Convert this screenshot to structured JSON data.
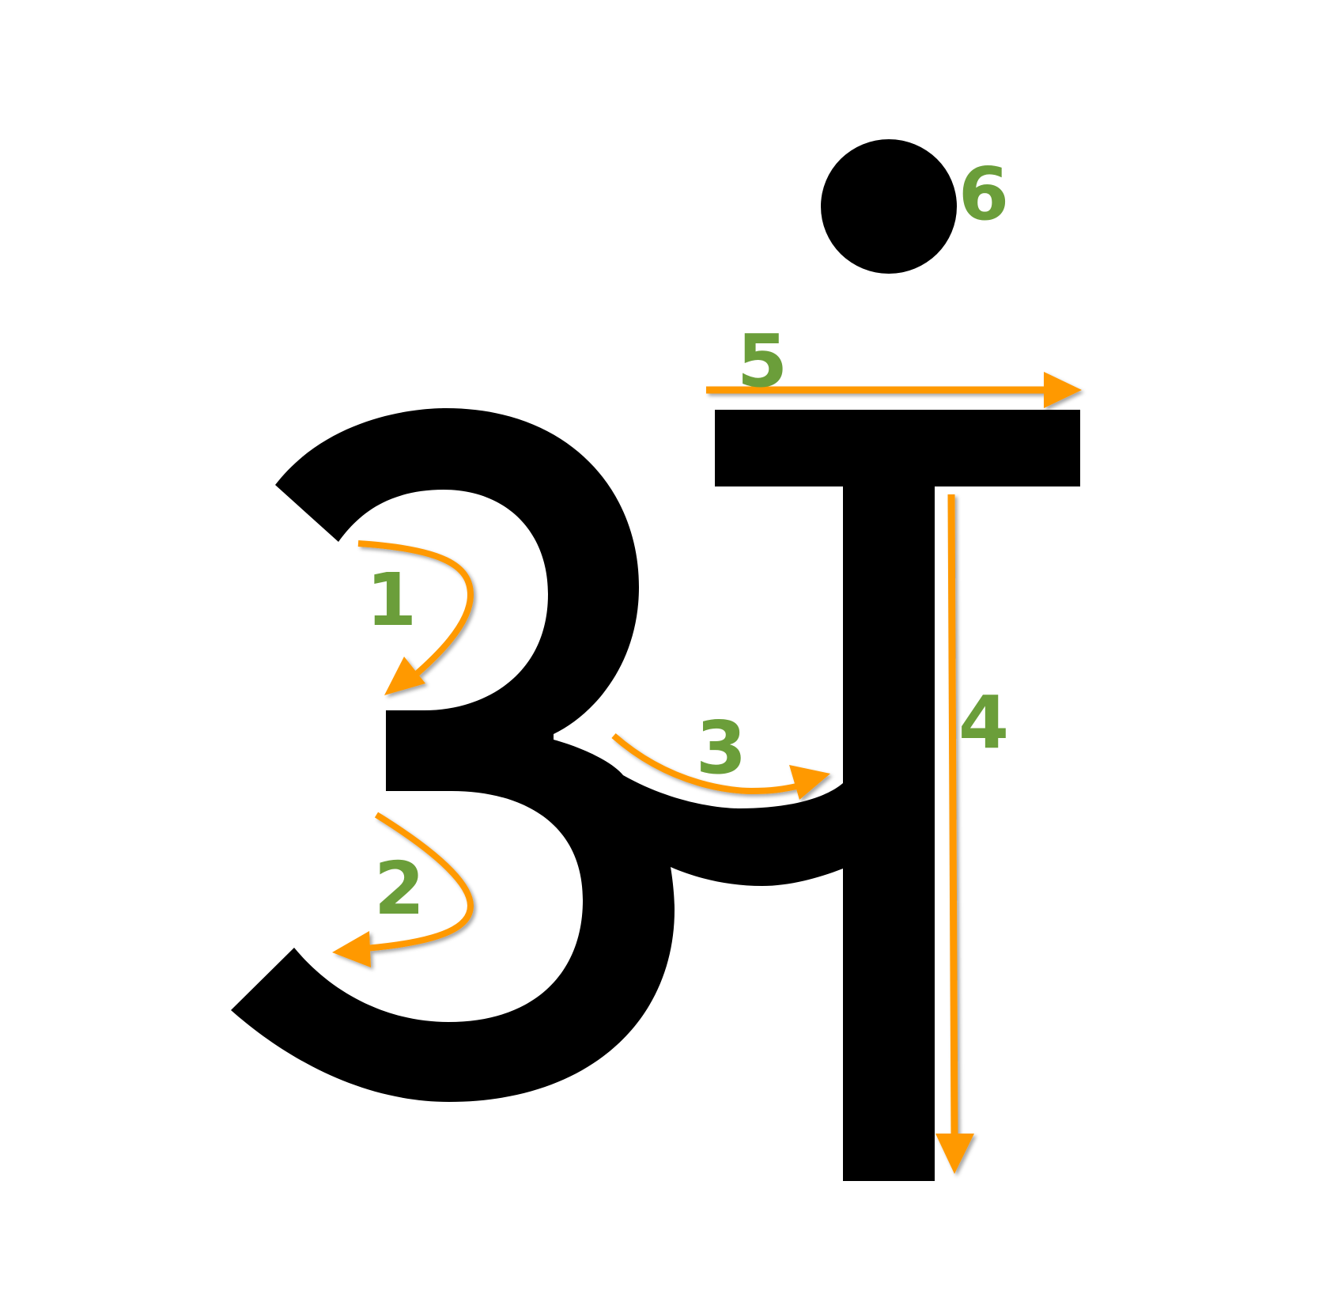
{
  "colors": {
    "glyph": "#000000",
    "arrow": "#ff9900",
    "number": "#6b9e3a",
    "background": "#ffffff"
  },
  "strokes": [
    {
      "number": "1"
    },
    {
      "number": "2"
    },
    {
      "number": "3"
    },
    {
      "number": "4"
    },
    {
      "number": "5"
    },
    {
      "number": "6"
    }
  ]
}
